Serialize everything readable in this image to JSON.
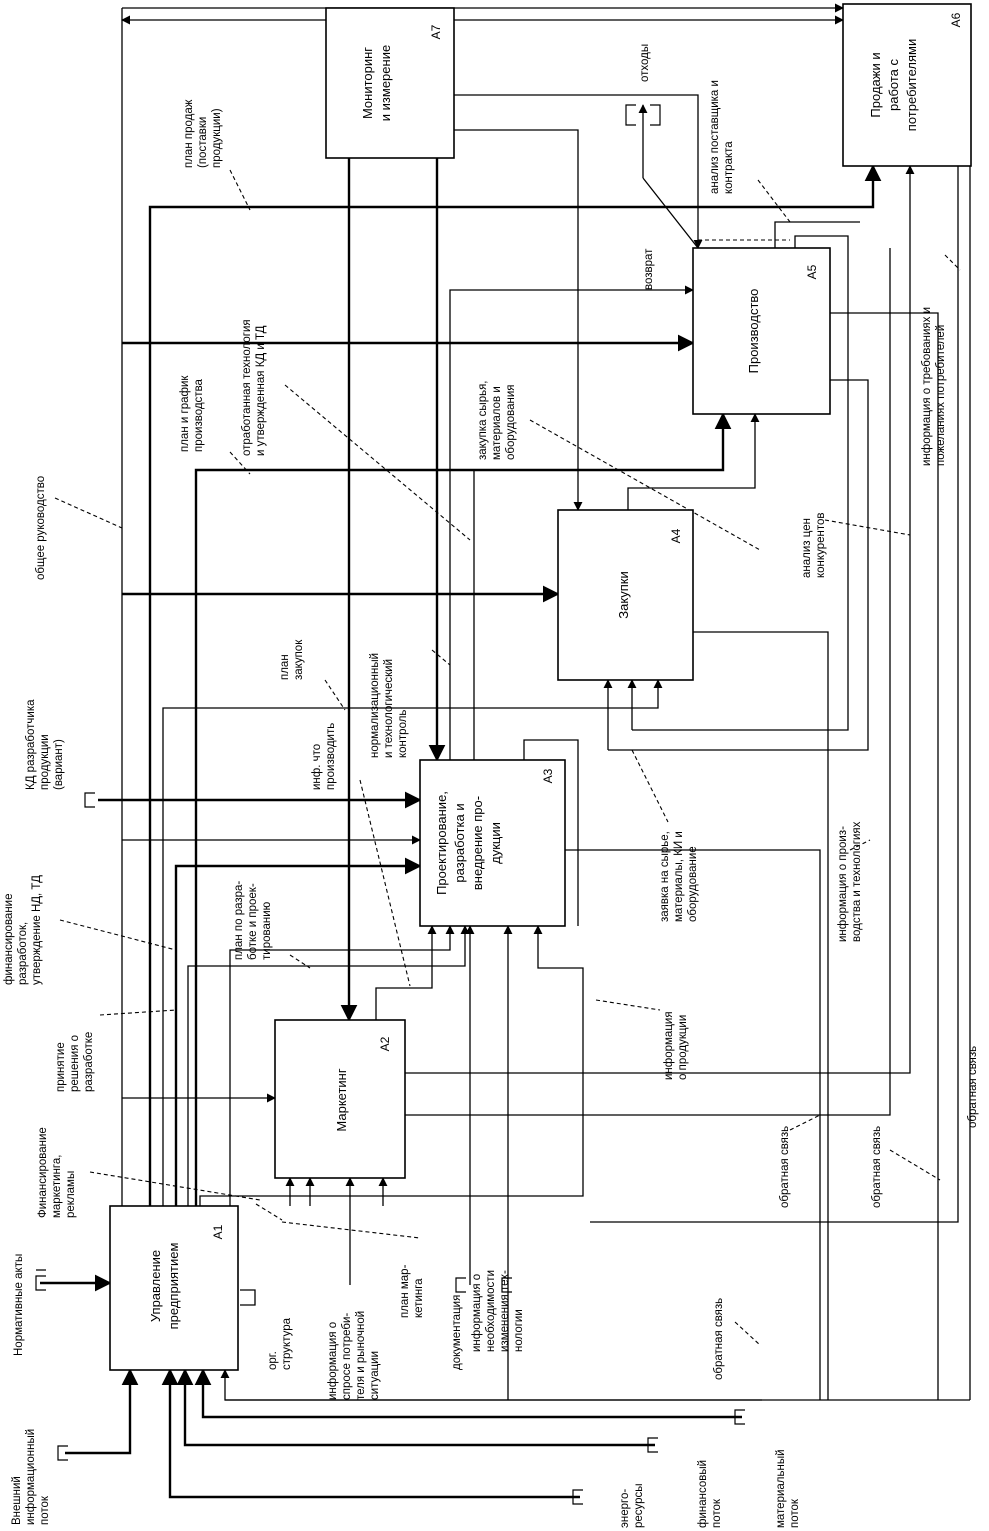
{
  "boxes": {
    "a1": {
      "name": [
        "Управление",
        "предприятием"
      ],
      "id": "A1"
    },
    "a2": {
      "name": [
        "Маркетинг"
      ],
      "id": "A2"
    },
    "a3": {
      "name": [
        "Проектирование,",
        "разработка и",
        "внедрение про-",
        "дукции"
      ],
      "id": "A3"
    },
    "a4": {
      "name": [
        "Закупки"
      ],
      "id": "A4"
    },
    "a5": {
      "name": [
        "Производство"
      ],
      "id": "A5"
    },
    "a6": {
      "name": [
        "Продажи и",
        "работа с",
        "потребителями"
      ],
      "id": "A6"
    },
    "a7": {
      "name": [
        "Мониторинг",
        "и измерение"
      ],
      "id": "A7"
    }
  },
  "labels": {
    "ext_info": [
      "Внешний",
      "информационный",
      "поток"
    ],
    "norm_acts": [
      "Нормативные акты"
    ],
    "fin_marketing": [
      "Финансирование",
      "маркетинга,",
      "рекламы"
    ],
    "decision_dev": [
      "принятие",
      "решения о",
      "разработке"
    ],
    "fin_dev": [
      "финансирование",
      "разработок,",
      "утверждение НД, ТД"
    ],
    "kd_dev": [
      "КД разработчика",
      "продукции",
      "(вариант)"
    ],
    "general_mgmt": [
      "общее руководство"
    ],
    "sales_plan": [
      "план продаж",
      "(поставки",
      "продукции)"
    ],
    "prod_schedule": [
      "план и график",
      "производства"
    ],
    "tech_kd": [
      "отработанная технология",
      "и утвержденная КД и ТД"
    ],
    "purchase_plan": [
      "план",
      "закупок"
    ],
    "norm_control": [
      "нормализационный",
      "и технологический",
      "контроль"
    ],
    "what_produce": [
      "инф. что",
      "производить"
    ],
    "dev_plan": [
      "план по разра-",
      "ботке и проек-",
      "тированию"
    ],
    "org_structure": [
      "орг.",
      "структура"
    ],
    "demand_info": [
      "информация о",
      "спросе потреби-",
      "теля и рыночной",
      "ситуации"
    ],
    "marketing_plan": [
      "план мар-",
      "кетинга"
    ],
    "documentation": [
      "документация"
    ],
    "tech_change": [
      "информация о",
      "необходимости",
      "изменения тех-",
      "нологии"
    ],
    "feedback_1": [
      "обратная связь"
    ],
    "feedback_2": [
      "обратная связь"
    ],
    "feedback_3": [
      "обратная связь"
    ],
    "feedback_4": [
      "обратная связь"
    ],
    "product_info": [
      "информация",
      "о продукции"
    ],
    "raw_request": [
      "заявка на сырье,",
      "материалы, КИ и",
      "оборудование"
    ],
    "prod_tech_info": [
      "информация о произ-",
      "водства и технологиях"
    ],
    "raw_purchase": [
      "закупка сырья,",
      "материалов и",
      "оборудования"
    ],
    "competitor_prices": [
      "анализ цен",
      "конкурентов"
    ],
    "customer_wishes": [
      "информация о требованиях и",
      "пожеланиях потребителей"
    ],
    "return": [
      "возврат"
    ],
    "waste": [
      "отходы"
    ],
    "supplier_analysis": [
      "анализ поставщика и",
      "контракта"
    ],
    "energy": [
      "энерго-",
      "ресурсы"
    ],
    "financial": [
      "финансовый",
      "поток"
    ],
    "material": [
      "материальный",
      "поток"
    ]
  }
}
